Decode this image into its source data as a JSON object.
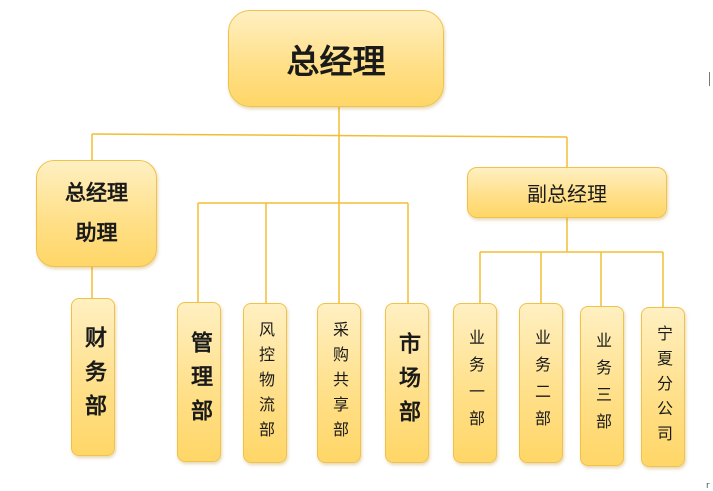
{
  "org_chart": {
    "ceo": "总经理",
    "assistant": "总经理助理",
    "vice_president": "副总经理",
    "departments": [
      "财务部",
      "管理部",
      "风控物流部",
      "采购共享部",
      "市场部",
      "业务一部",
      "业务二部",
      "业务三部",
      "宁夏分公司"
    ]
  },
  "colors": {
    "line": "#f2bd33",
    "box_border": "#f0c24a",
    "box_fill_top": "#fff0c2",
    "box_fill_bottom": "#ffd667"
  },
  "marks": {
    "corner": "r"
  }
}
